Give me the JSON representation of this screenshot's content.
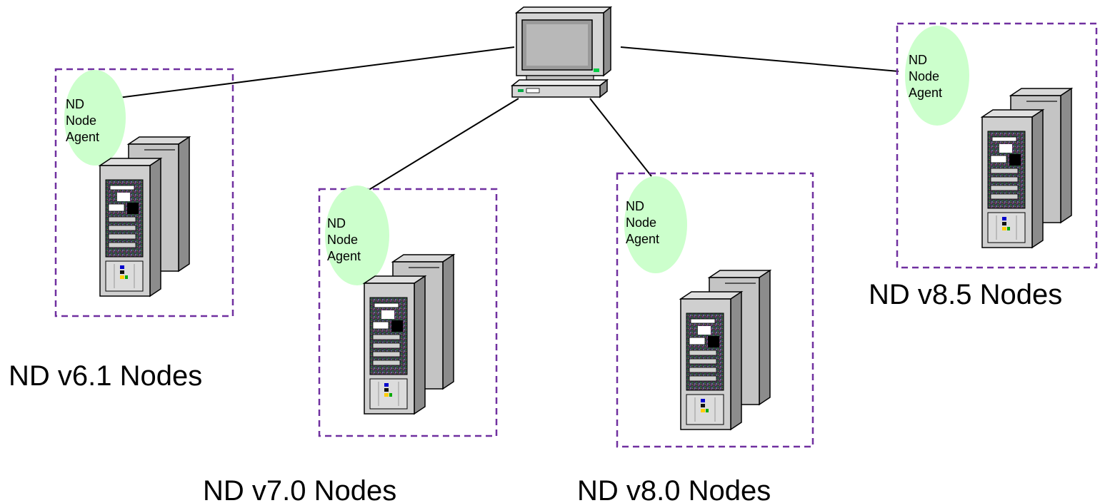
{
  "colors": {
    "background": "#ffffff",
    "boundary": "#7030a0",
    "agent_fill": "#ccffcc",
    "connector": "#000000",
    "server_gray": "#c8c8c8"
  },
  "console": {
    "icon": "desktop-computer-icon"
  },
  "groups": [
    {
      "id": "v61",
      "label": "ND v6.1 Nodes",
      "agent_label_lines": [
        "ND",
        "Node",
        "Agent"
      ],
      "icon": "server-tower-icon"
    },
    {
      "id": "v70",
      "label": "ND v7.0 Nodes",
      "agent_label_lines": [
        "ND",
        "Node",
        "Agent"
      ],
      "icon": "server-tower-icon"
    },
    {
      "id": "v80",
      "label": "ND v8.0 Nodes",
      "agent_label_lines": [
        "ND",
        "Node",
        "Agent"
      ],
      "icon": "server-tower-icon"
    },
    {
      "id": "v85",
      "label": "ND v8.5 Nodes",
      "agent_label_lines": [
        "ND",
        "Node",
        "Agent"
      ],
      "icon": "server-tower-icon"
    }
  ]
}
